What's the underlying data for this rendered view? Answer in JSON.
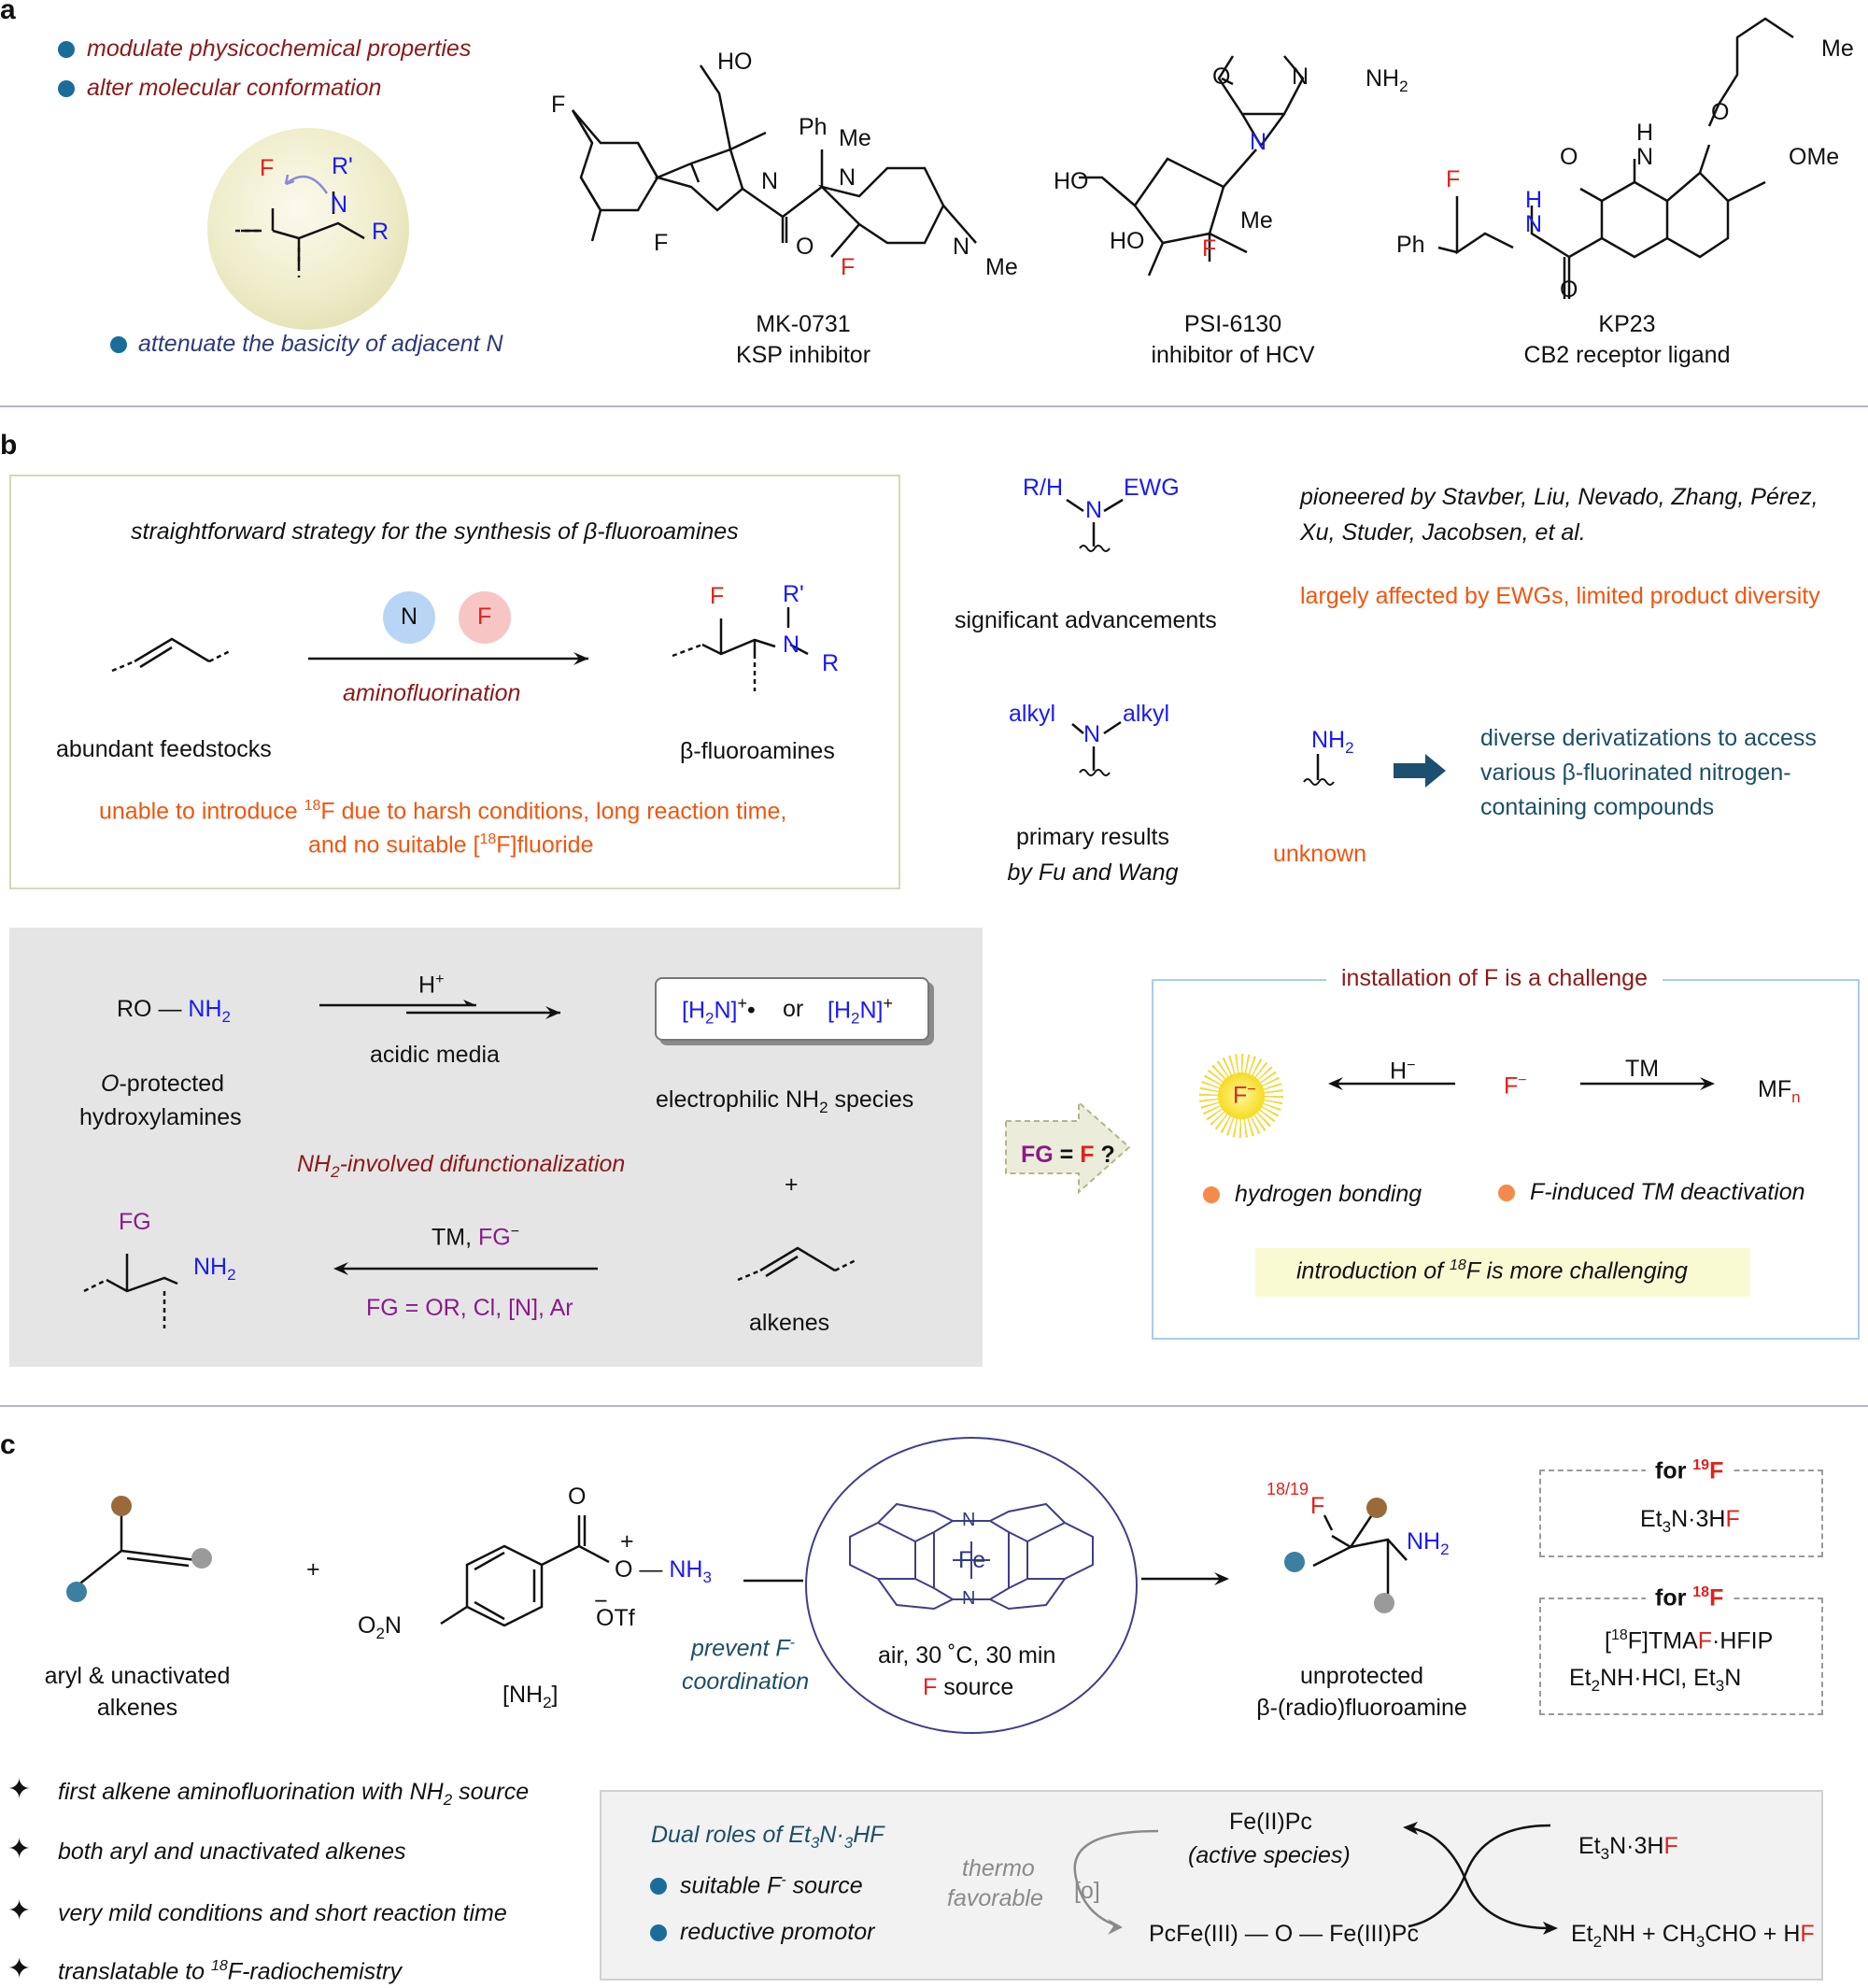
{
  "panel_a": {
    "label": "a",
    "bullets": [
      "modulate physicochemical properties",
      "alter molecular conformation",
      "attenuate the basicity of adjacent N"
    ],
    "center_atoms": {
      "F": "F",
      "R1": "R'",
      "N": "N",
      "R": "R"
    },
    "compounds": [
      {
        "name": "MK-0731",
        "desc": "KSP inhibitor",
        "atoms": {
          "F_top": "F",
          "F_ar": "F",
          "HO": "HO",
          "Ph": "Ph",
          "N": "N",
          "O": "O",
          "Me": "Me",
          "N2": "N",
          "F": "F",
          "N3": "N",
          "Me2": "Me"
        }
      },
      {
        "name": "PSI-6130",
        "desc": "inhibitor of HCV",
        "atoms": {
          "O": "O",
          "N1": "N",
          "NH2": "NH",
          "NH2sub": "2",
          "N2": "N",
          "HO": "HO",
          "HO2": "HO",
          "Me": "Me",
          "F": "F"
        }
      },
      {
        "name": "KP23",
        "desc": "CB2 receptor ligand",
        "atoms": {
          "Me": "Me",
          "O": "O",
          "H": "H",
          "N": "N",
          "O2": "O",
          "OMe": "OMe",
          "F": "F",
          "H2": "H",
          "N2": "N",
          "Ph": "Ph",
          "O3": "O"
        }
      }
    ]
  },
  "panel_b": {
    "label": "b",
    "box1": {
      "title_pre": "straightforward strategy for the synthesis of ",
      "beta": "β",
      "title_post": "-fluoroamines",
      "circle_N": "N",
      "circle_F": "F",
      "reaction": "aminofluorination",
      "left_label": "abundant feedstocks",
      "right_label": "β-fluoroamines",
      "product_atoms": {
        "F": "F",
        "R1": "R'",
        "N": "N",
        "R": "R"
      },
      "note_line1_pre": "unable to introduce ",
      "note_sup": "18",
      "note_line1_post": "F due to harsh conditions, long reaction time,",
      "note_line2_pre": "and no suitable [",
      "note_line2_sup": "18",
      "note_line2_post": "F]fluoride"
    },
    "right_top": {
      "rh": "R/H",
      "ewg": "EWG",
      "n": "N",
      "sig": "significant advancements",
      "pioneer1": "pioneered by Stavber, Liu, Nevado, Zhang, Pérez,",
      "pioneer2": "Xu, Studer, Jacobsen, et al.",
      "limited": "largely affected by EWGs, limited product diversity",
      "alkyl1": "alkyl",
      "alkyl2": "alkyl",
      "n2": "N",
      "primary1": "primary results",
      "primary2": "by Fu and Wang",
      "nh2": "NH",
      "nh2sub": "2",
      "unknown": "unknown",
      "diverse1": "diverse derivatizations to access",
      "diverse2": "various β-fluorinated nitrogen-",
      "diverse3": "containing compounds"
    },
    "grey": {
      "ro": "RO",
      "nh2": "NH",
      "nh2sub": "2",
      "h_plus": "H",
      "plus": "+",
      "acidic": "acidic media",
      "o_prot1": "-protected",
      "o_italic": "O",
      "o_prot2": "hydroxylamines",
      "box_a": "[H",
      "box_sub": "2",
      "box_b": "N]",
      "radical": "•",
      "or": "or",
      "electro": "electrophilic NH",
      "electro_sub": "2",
      "electro_post": " species",
      "diff_pre": "NH",
      "diff_sub": "2",
      "diff_post": "-involved difunctionalization",
      "fg": "FG",
      "tm": "TM, ",
      "fg2": "FG",
      "minus": "−",
      "fg_eq": "FG = ",
      "fg_list": "OR, Cl, [N], Ar",
      "alkenes": "alkenes",
      "plus_sign": "+"
    },
    "arrow_tag": {
      "fg": "FG",
      "eq": " = ",
      "f": "F",
      "q": " ?"
    },
    "blue_box": {
      "title": "installation of F is a challenge",
      "f": "F",
      "minus": "−",
      "h": "H",
      "tm": "TM",
      "mf": "MF",
      "n": "n",
      "hb": "hydrogen bonding",
      "deact": "F-induced TM deactivation",
      "intro_pre": "introduction of ",
      "intro_sup": "18",
      "intro_post": "F is more challenging"
    }
  },
  "panel_c": {
    "label": "c",
    "alkenes1": "aryl & unactivated",
    "alkenes2": "alkenes",
    "plus": "+",
    "reagent": {
      "O": "O",
      "O2": "O",
      "NH3": "NH",
      "NH3sub": "3",
      "plus": "+",
      "minus": "−",
      "OTf": "OTf",
      "O2N": "O",
      "O2Nsub": "2",
      "O2Npost": "N",
      "label_a": "[NH",
      "label_sub": "2",
      "label_b": "]"
    },
    "prevent1": "prevent F",
    "prevent_sup": "-",
    "prevent2": "coordination",
    "catalyst": {
      "Fe": "Fe",
      "N": "N",
      "cond": "air, 30 ˚C, 30 min",
      "f": "F",
      "source": " source"
    },
    "product": {
      "sup": "18/19",
      "F": "F",
      "NH2": "NH",
      "NH2sub": "2",
      "l1": "unprotected",
      "l2": "β-(radio)fluoroamine"
    },
    "f19": {
      "for": "for ",
      "sup": "19",
      "F": "F",
      "reag_a": "Et",
      "reag_sub": "3",
      "reag_b": "N",
      "reag_c": "3H",
      "reag_F": "F"
    },
    "f18": {
      "for": "for ",
      "sup": "18",
      "F": "F",
      "l1_a": "[",
      "l1_sup": "18",
      "l1_b": "F]TMA",
      "l1_F": "F",
      "l1_c": "HFIP",
      "l2_a": "Et",
      "l2_sub": "2",
      "l2_b": "NH",
      "l2_c": "HCl, Et",
      "l2_sub2": "3",
      "l2_d": "N"
    },
    "features": [
      {
        "pre": "first alkene aminofluorination with NH",
        "sub": "2",
        "post": " source"
      },
      {
        "pre": "both aryl and unactivated alkenes",
        "sub": "",
        "post": ""
      },
      {
        "pre": "very mild conditions and short reaction time",
        "sub": "",
        "post": ""
      },
      {
        "pre": "translatable to ",
        "sup": "18",
        "post": "F-radiochemistry"
      }
    ],
    "dual": {
      "title_pre": "Dual roles of Et",
      "t_sub": "3",
      "t_mid": "N·",
      "t_sub2": "3",
      "t_post": "HF",
      "r1_pre": "suitable F",
      "r1_sup": "-",
      "r1_post": " source",
      "r2": "reductive promotor",
      "fe2": "Fe(II)Pc",
      "active": "(active species)",
      "thermo1": "thermo",
      "thermo2": "favorable",
      "ox": "[o]",
      "dimer": "PcFe(III)",
      "dimer_o": "O",
      "dimer2": "Fe(III)Pc",
      "et3n_a": "Et",
      "et3n_sub": "3",
      "et3n_b": "N·3H",
      "et3n_F": "F",
      "prod_a": "Et",
      "prod_sub": "2",
      "prod_b": "NH + CH",
      "prod_sub2": "3",
      "prod_c": "CHO + H",
      "prod_F": "F"
    }
  }
}
